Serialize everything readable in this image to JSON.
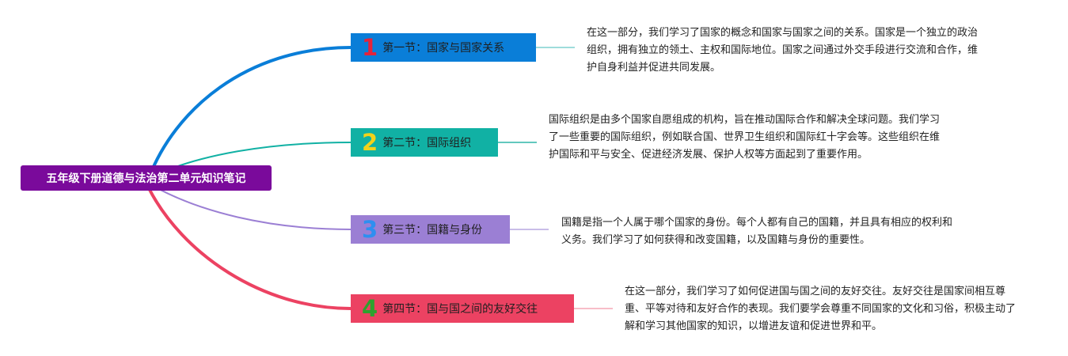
{
  "root": {
    "label": "五年级下册道德与法治第二单元知识笔记",
    "color": "#7a0a9b"
  },
  "branches": [
    {
      "number": "1",
      "label": "第一节：国家与国家关系",
      "color": "#0a7ed8",
      "number_color": "#e5233b",
      "description": "在这一部分，我们学习了国家的概念和国家与国家之间的关系。国家是一个独立的政治组织，拥有独立的领土、主权和国际地位。国家之间通过外交手段进行交流和合作，维护自身利益并促进共同发展。"
    },
    {
      "number": "2",
      "label": "第二节：国际组织",
      "color": "#11b1a4",
      "number_color": "#f3d21a",
      "description": "国际组织是由多个国家自愿组成的机构，旨在推动国际合作和解决全球问题。我们学习了一些重要的国际组织，例如联合国、世界卫生组织和国际红十字会等。这些组织在维护国际和平与安全、促进经济发展、保护人权等方面起到了重要作用。"
    },
    {
      "number": "3",
      "label": "第三节：国籍与身份",
      "color": "#9b7fd4",
      "number_color": "#2e8ff0",
      "description": "国籍是指一个人属于哪个国家的身份。每个人都有自己的国籍，并且具有相应的权利和义务。我们学习了如何获得和改变国籍，以及国籍与身份的重要性。"
    },
    {
      "number": "4",
      "label": "第四节：国与国之间的友好交往",
      "color": "#ec4262",
      "number_color": "#2ea22e",
      "description": "在这一部分，我们学习了如何促进国与国之间的友好交往。友好交往是国家间相互尊重、平等对待和友好合作的表现。我们要学会尊重不同国家的文化和习俗，积极主动了解和学习其他国家的知识，以增进友谊和促进世界和平。"
    }
  ]
}
